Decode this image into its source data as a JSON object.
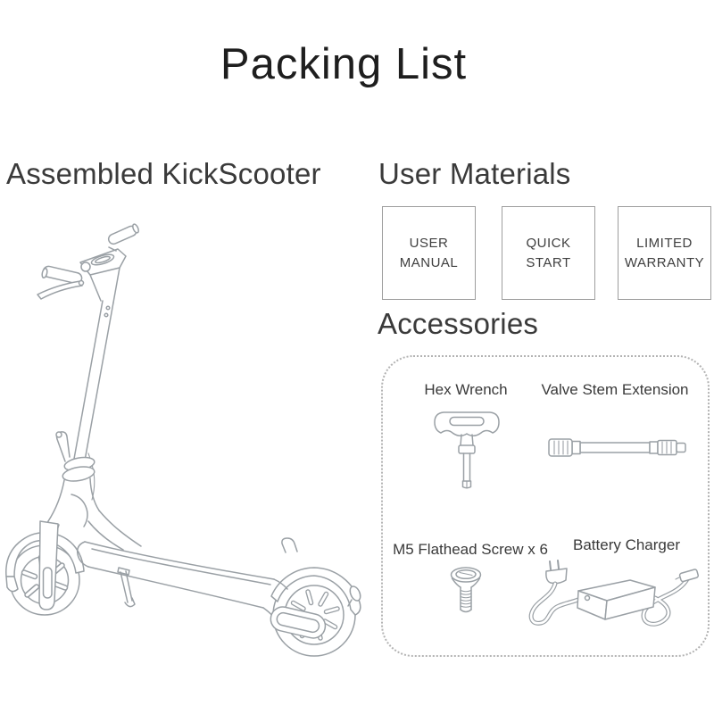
{
  "page": {
    "title": "Packing List"
  },
  "kickscooter_section": {
    "heading": "Assembled KickScooter",
    "illustration": "kickscooter line drawing"
  },
  "user_materials_section": {
    "heading": "User Materials",
    "cards": [
      {
        "lines": [
          "USER",
          "MANUAL"
        ]
      },
      {
        "lines": [
          "QUICK",
          "START"
        ]
      },
      {
        "lines": [
          "LIMITED",
          "WARRANTY"
        ]
      }
    ]
  },
  "accessories_section": {
    "heading": "Accessories",
    "items": [
      {
        "label": "Hex Wrench"
      },
      {
        "label": "Valve Stem Extension"
      },
      {
        "label": "M5 Flathead Screw x 6"
      },
      {
        "label": "Battery Charger"
      }
    ]
  },
  "colors": {
    "background": "#ffffff",
    "title_text": "#1e1e1e",
    "heading_text": "#3a3a3a",
    "label_text": "#3f3f3f",
    "card_border": "#9e9e9e",
    "accessories_border": "#b3b3b3",
    "line_art": "#9aa0a5"
  }
}
